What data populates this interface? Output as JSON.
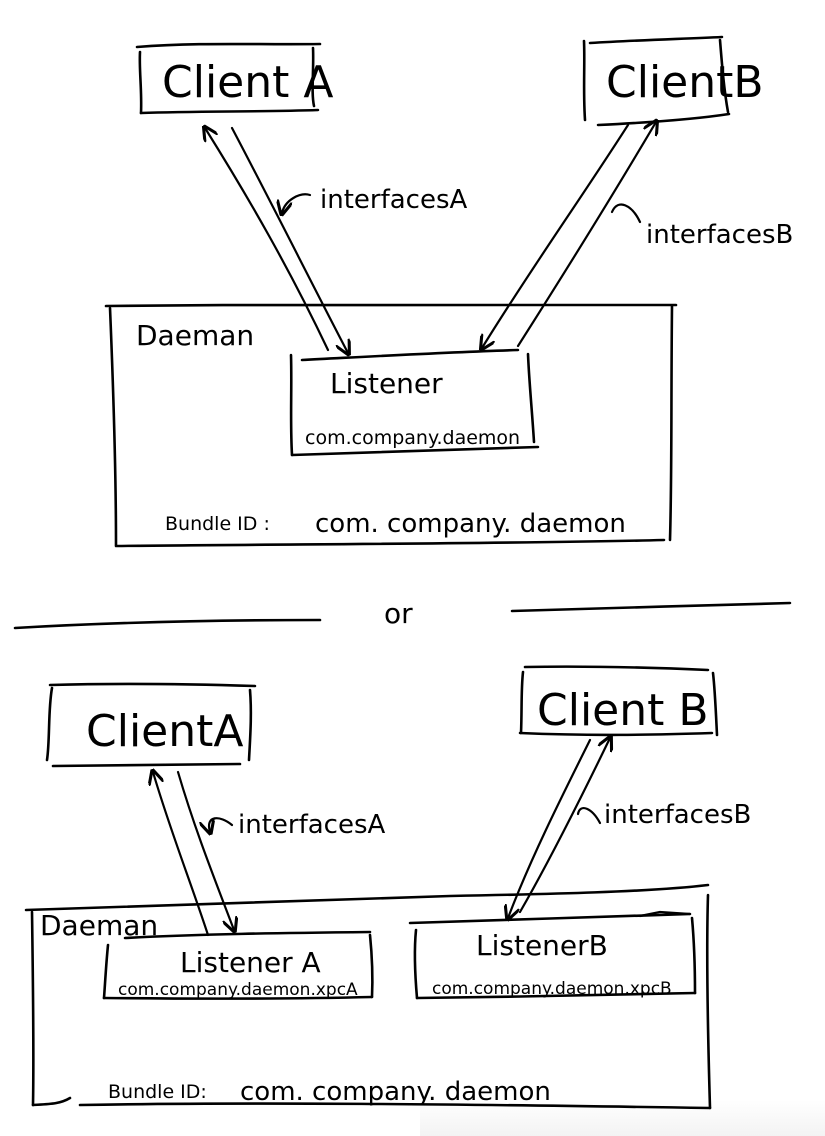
{
  "diagram": {
    "type": "hand-drawn architecture sketch",
    "separator_label": "or",
    "top_variant": {
      "client_a": "Client A",
      "client_b": "ClientB",
      "interfaces_a": "interfacesA",
      "interfaces_b": "interfacesB",
      "daemon_label": "Daeman",
      "listener_title": "Listener",
      "listener_service": "com.company.daemon",
      "bundle_id_label": "Bundle ID :",
      "bundle_id_value": "com. company. daemon"
    },
    "bottom_variant": {
      "client_a": "ClientA",
      "client_b": "Client B",
      "interfaces_a": "interfacesA",
      "interfaces_b": "interfacesB",
      "daemon_label": "Daeman",
      "listener_a_title": "Listener A",
      "listener_a_service": "com.company.daemon.xpcA",
      "listener_b_title": "ListenerB",
      "listener_b_service": "com.company.daemon.xpcB",
      "bundle_id_label": "Bundle ID:",
      "bundle_id_value": "com. company. daemon"
    }
  }
}
